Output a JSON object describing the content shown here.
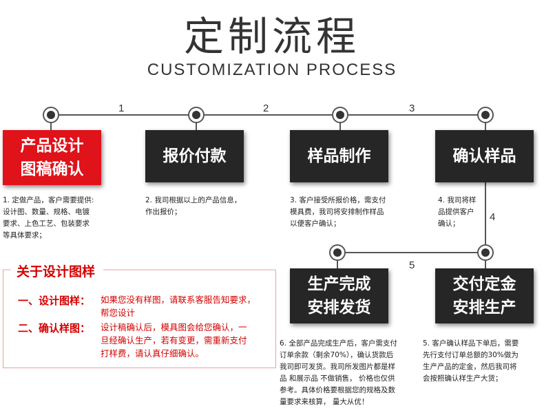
{
  "header": {
    "title_cn": "定制流程",
    "title_en": "CUSTOMIZATION PROCESS"
  },
  "step_numbers": [
    "1",
    "2",
    "3",
    "4",
    "5"
  ],
  "steps": [
    {
      "line1": "产品设计",
      "line2": "图稿确认",
      "color": "#e0121a",
      "desc": [
        "1. 定做产品，客户需要提供:",
        "设计图、数量、规格、电镀",
        "要求、上色工艺、包装要求",
        "等具体要求；"
      ]
    },
    {
      "line1": "报价付款",
      "line2": "",
      "color": "#262626",
      "desc": [
        "2. 我司根据以上的产品信息，",
        "作出报价；"
      ]
    },
    {
      "line1": "样品制作",
      "line2": "",
      "color": "#262626",
      "desc": [
        "3. 客户接受所报价格，需支付",
        "模具费，我司将安排制作样品",
        "以便客户确认；"
      ]
    },
    {
      "line1": "确认样品",
      "line2": "",
      "color": "#262626",
      "desc": [
        "4. 我司将样",
        "品提供客户",
        "确认；"
      ]
    },
    {
      "line1": "交付定金",
      "line2": "安排生产",
      "color": "#262626",
      "desc": [
        "5. 客户确认样品下单后，需要",
        "先行支付订单总额的30%做为",
        "生产产品的定金，然后我司将",
        "会按照确认样生产大货；"
      ]
    },
    {
      "line1": "生产完成",
      "line2": "安排发货",
      "color": "#262626",
      "desc": [
        "6. 全部产品完成生产后，客户需支付",
        "订单余款（剩余70%），确认货款后",
        "我司即可发货。我司所发图片都是样",
        "品 和展示品 不做销售， 价格也仅供",
        "参考。具体价格要根据您的规格及数",
        "量要求来核算， 量大从优！"
      ]
    }
  ],
  "notes": {
    "title": "关于设计图样",
    "items": [
      {
        "label": "一、设计图样：",
        "lines": [
          "如果您没有样图，请联系客服告知要求，",
          "帮您设计"
        ]
      },
      {
        "label": "二、确认样图：",
        "lines": [
          "设计稿确认后，模具图会给您确认，一",
          "旦经确认生产，若有变更，需重新支付",
          "打样费，请认真仔细确认。"
        ]
      }
    ]
  },
  "colors": {
    "accent_red": "#e0121a",
    "box_dark": "#262626",
    "note_red": "#d40000"
  }
}
